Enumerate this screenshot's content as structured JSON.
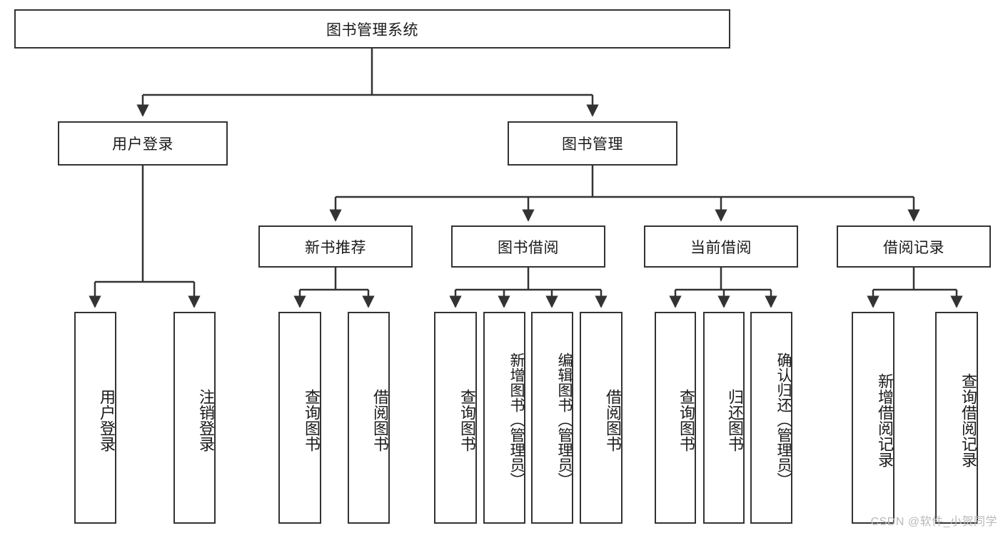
{
  "diagram": {
    "title": "图书管理系统",
    "type": "tree-hierarchy-chart",
    "watermark": "CSDN @软件_小贺同学",
    "colors": {
      "stroke": "#333333",
      "fill": "#ffffff",
      "text": "#1a1a1a",
      "watermark": "#b9b9b9"
    },
    "root": {
      "label": "图书管理系统"
    },
    "level2": [
      {
        "label": "用户登录"
      },
      {
        "label": "图书管理"
      }
    ],
    "level3": [
      {
        "label": "新书推荐"
      },
      {
        "label": "图书借阅"
      },
      {
        "label": "当前借阅"
      },
      {
        "label": "借阅记录"
      }
    ],
    "leaves": {
      "user_login": [
        {
          "label": "用户登录"
        },
        {
          "label": "注销登录"
        }
      ],
      "new_book_recommend": [
        {
          "label": "查询图书"
        },
        {
          "label": "借阅图书"
        }
      ],
      "book_borrow": [
        {
          "label": "查询图书"
        },
        {
          "label": "新增图书（管理员）"
        },
        {
          "label": "编辑图书（管理员）"
        },
        {
          "label": "借阅图书"
        }
      ],
      "current_borrow": [
        {
          "label": "查询图书"
        },
        {
          "label": "归还图书"
        },
        {
          "label": "确认归还（管理员）"
        }
      ],
      "borrow_record": [
        {
          "label": "新增借阅记录"
        },
        {
          "label": "查询借阅记录"
        }
      ]
    }
  }
}
